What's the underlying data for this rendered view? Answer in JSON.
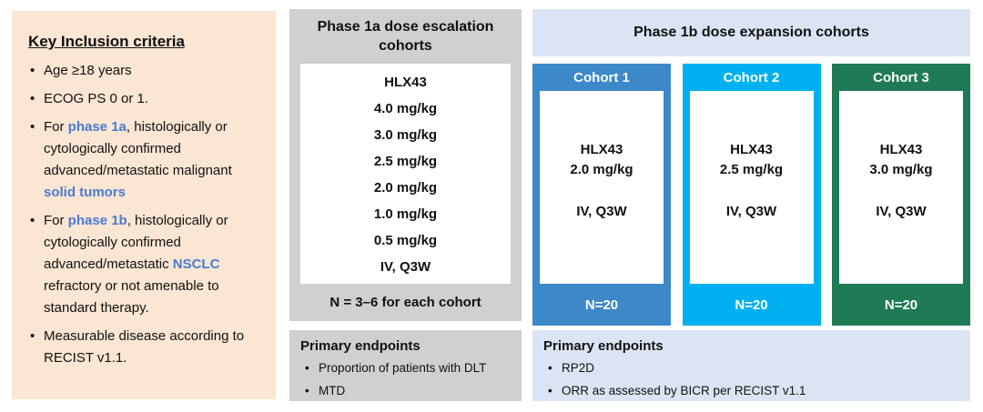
{
  "colors": {
    "peach_bg": "#fbe5d3",
    "gray_bg": "#d1cfcf",
    "lavender_bg": "#dbe4f2",
    "blue_text": "#4a7dd1",
    "cohort1_color": "#3d88c8",
    "cohort2_color": "#00b0f0",
    "cohort3_color": "#1f7a56"
  },
  "inclusion": {
    "title": "Key Inclusion criteria",
    "bullets": [
      [
        {
          "t": "Age ≥18 years"
        }
      ],
      [
        {
          "t": "ECOG PS 0 or 1."
        }
      ],
      [
        {
          "t": "For "
        },
        {
          "t": "phase 1a",
          "b": true
        },
        {
          "t": ", histologically or cytologically confirmed advanced/metastatic malignant "
        },
        {
          "t": "solid tumors",
          "b": true
        }
      ],
      [
        {
          "t": "For "
        },
        {
          "t": "phase 1b",
          "b": true
        },
        {
          "t": ", histologically or cytologically confirmed advanced/metastatic "
        },
        {
          "t": "NSCLC",
          "b": true
        },
        {
          "t": " refractory or not amenable to standard therapy."
        }
      ],
      [
        {
          "t": "Measurable disease according to RECIST v1.1."
        }
      ]
    ]
  },
  "phase1a": {
    "header": "Phase 1a dose escalation cohorts",
    "drug": "HLX43",
    "doses": [
      "4.0 mg/kg",
      "3.0 mg/kg",
      "2.5 mg/kg",
      "2.0 mg/kg",
      "1.0 mg/kg",
      "0.5 mg/kg"
    ],
    "route": "IV, Q3W",
    "n_label": "N = 3–6 for each cohort",
    "endpoints": {
      "title": "Primary endpoints",
      "items": [
        "Proportion of patients with DLT",
        "MTD"
      ]
    }
  },
  "phase1b": {
    "header": "Phase 1b dose expansion cohorts",
    "cohorts": [
      {
        "label": "Cohort 1",
        "drug": "HLX43",
        "dose": "2.0 mg/kg",
        "route": "IV, Q3W",
        "n": "N=20",
        "color": "#3d88c8"
      },
      {
        "label": "Cohort 2",
        "drug": "HLX43",
        "dose": "2.5 mg/kg",
        "route": "IV, Q3W",
        "n": "N=20",
        "color": "#00b0f0"
      },
      {
        "label": "Cohort 3",
        "drug": "HLX43",
        "dose": "3.0 mg/kg",
        "route": "IV, Q3W",
        "n": "N=20",
        "color": "#1f7a56"
      }
    ],
    "endpoints": {
      "title": "Primary endpoints",
      "items": [
        "RP2D",
        "ORR as assessed by BICR per RECIST v1.1"
      ]
    }
  }
}
